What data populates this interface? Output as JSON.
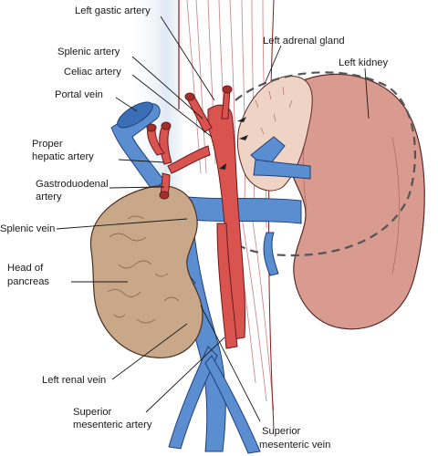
{
  "diagram": {
    "labels": {
      "left_gastric_artery": "Left gastic artery",
      "left_adrenal_gland": "Left adrenal gland",
      "splenic_artery": "Splenic artery",
      "left_kidney": "Left kidney",
      "celiac_artery": "Celiac artery",
      "portal_vein": "Portal vein",
      "proper_hepatic_artery": [
        "Proper",
        "hepatic artery"
      ],
      "gastroduodenal_artery": [
        "Gastroduodenal",
        "artery"
      ],
      "splenic_vein": "Splenic vein",
      "head_of_pancreas": [
        "Head of",
        "pancreas"
      ],
      "left_renal_vein": "Left renal vein",
      "superior_mesenteric_artery": [
        "Superior",
        "mesenteric artery"
      ],
      "superior_mesenteric_vein": [
        "Superior",
        "mesenteric vein"
      ]
    },
    "colors": {
      "artery": "#d9534f",
      "vein": "#5b8ed0",
      "kidney": "#d99a8f",
      "pancreas": "#c9a88a",
      "adrenal": "#efd4c6",
      "fascia": "#8d1a1a"
    }
  }
}
